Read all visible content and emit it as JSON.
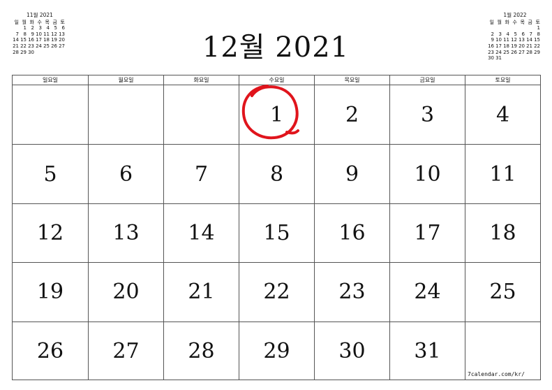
{
  "title": "12월 2021",
  "weekday_headers": [
    "일요일",
    "월요일",
    "화요일",
    "수요일",
    "목요일",
    "금요일",
    "토요일"
  ],
  "weeks": [
    [
      "",
      "",
      "",
      "1",
      "2",
      "3",
      "4"
    ],
    [
      "5",
      "6",
      "7",
      "8",
      "9",
      "10",
      "11"
    ],
    [
      "12",
      "13",
      "14",
      "15",
      "16",
      "17",
      "18"
    ],
    [
      "19",
      "20",
      "21",
      "22",
      "23",
      "24",
      "25"
    ],
    [
      "26",
      "27",
      "28",
      "29",
      "30",
      "31",
      ""
    ]
  ],
  "mini_prev": {
    "title": "11월 2021",
    "dow": [
      "일",
      "월",
      "화",
      "수",
      "목",
      "금",
      "토"
    ],
    "weeks": [
      [
        "",
        "1",
        "2",
        "3",
        "4",
        "5",
        "6"
      ],
      [
        "7",
        "8",
        "9",
        "10",
        "11",
        "12",
        "13"
      ],
      [
        "14",
        "15",
        "16",
        "17",
        "18",
        "19",
        "20"
      ],
      [
        "21",
        "22",
        "23",
        "24",
        "25",
        "26",
        "27"
      ],
      [
        "28",
        "29",
        "30",
        "",
        "",
        "",
        ""
      ]
    ]
  },
  "mini_next": {
    "title": "1월 2022",
    "dow": [
      "일",
      "월",
      "화",
      "수",
      "목",
      "금",
      "토"
    ],
    "weeks": [
      [
        "",
        "",
        "",
        "",
        "",
        "",
        "1"
      ],
      [
        "2",
        "3",
        "4",
        "5",
        "6",
        "7",
        "8"
      ],
      [
        "9",
        "10",
        "11",
        "12",
        "13",
        "14",
        "15"
      ],
      [
        "16",
        "17",
        "18",
        "19",
        "20",
        "21",
        "22"
      ],
      [
        "23",
        "24",
        "25",
        "26",
        "27",
        "28",
        "29"
      ],
      [
        "30",
        "31",
        "",
        "",
        "",
        "",
        ""
      ]
    ]
  },
  "circled_date": "1",
  "circle_color": "#e0141c",
  "footer": "7calendar.com/kr/"
}
